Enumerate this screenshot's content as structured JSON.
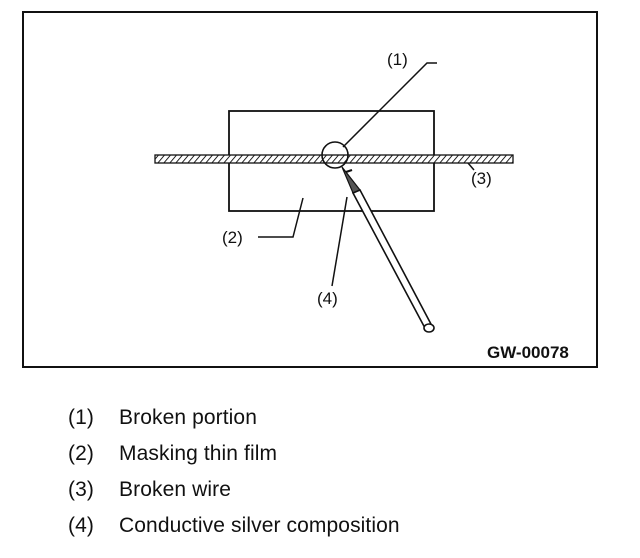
{
  "figure": {
    "code": "GW-00078",
    "callouts": {
      "c1": "(1)",
      "c2": "(2)",
      "c3": "(3)",
      "c4": "(4)"
    }
  },
  "legend": {
    "items": [
      {
        "num": "(1)",
        "text": "Broken portion"
      },
      {
        "num": "(2)",
        "text": "Masking thin film"
      },
      {
        "num": "(3)",
        "text": "Broken wire"
      },
      {
        "num": "(4)",
        "text": "Conductive silver composition"
      }
    ]
  }
}
